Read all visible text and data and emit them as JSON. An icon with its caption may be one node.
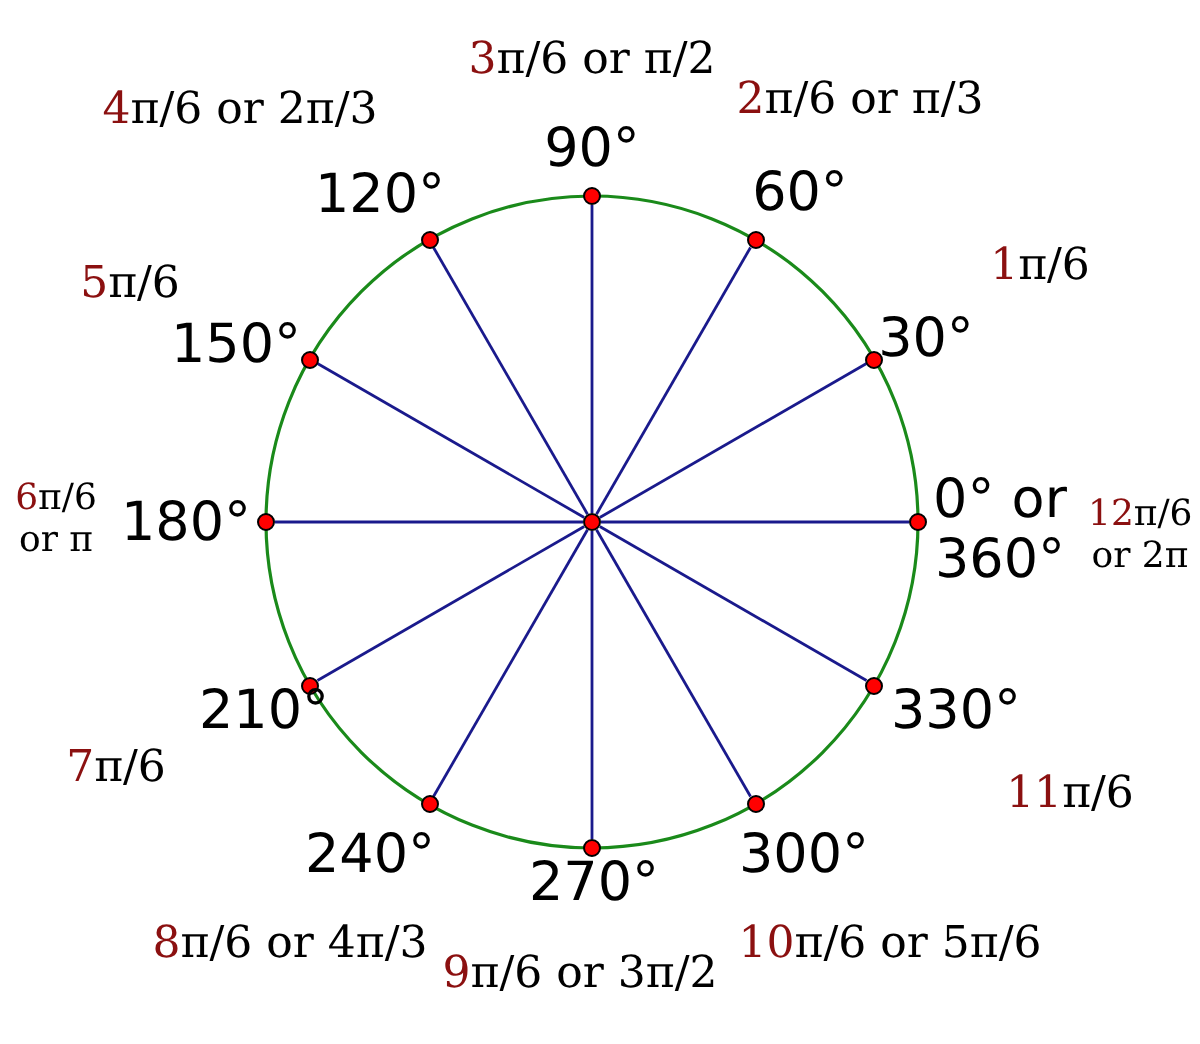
{
  "diagram": {
    "nodes": [
      {
        "text": [],
        "shape": "circle"
      },
      {
        "text": [],
        "shape": "circle",
        "beside": [
          "0° or 360°"
        ]
      },
      {
        "text": [],
        "shape": "circle",
        "beside": [
          "30°"
        ]
      },
      {
        "text": [],
        "shape": "circle",
        "beside": [
          "60°"
        ]
      },
      {
        "text": [],
        "shape": "circle",
        "beside": [
          "90°"
        ]
      },
      {
        "text": [],
        "shape": "circle",
        "beside": [
          "120°"
        ]
      },
      {
        "text": [],
        "shape": "circle",
        "beside": [
          "150°"
        ]
      },
      {
        "text": [],
        "shape": "circle",
        "beside": [
          "180°"
        ]
      },
      {
        "text": [],
        "shape": "circle",
        "beside": [
          "210°"
        ]
      },
      {
        "text": [],
        "shape": "circle",
        "beside": [
          "240°"
        ]
      },
      {
        "text": [],
        "shape": "circle",
        "beside": [
          "270°"
        ]
      },
      {
        "text": [],
        "shape": "circle",
        "beside": [
          "300°"
        ]
      },
      {
        "text": [],
        "shape": "circle",
        "beside": [
          "330°"
        ]
      }
    ],
    "edges": [
      {
        "from": 0,
        "to": 1,
        "arrow": "none"
      },
      {
        "from": 0,
        "to": 2,
        "arrow": "none"
      },
      {
        "from": 0,
        "to": 3,
        "arrow": "none"
      },
      {
        "from": 0,
        "to": 4,
        "arrow": "none"
      },
      {
        "from": 0,
        "to": 5,
        "arrow": "none"
      },
      {
        "from": 0,
        "to": 6,
        "arrow": "none"
      },
      {
        "from": 0,
        "to": 7,
        "arrow": "none"
      },
      {
        "from": 0,
        "to": 8,
        "arrow": "none"
      },
      {
        "from": 0,
        "to": 9,
        "arrow": "none"
      },
      {
        "from": 0,
        "to": 10,
        "arrow": "none"
      },
      {
        "from": 0,
        "to": 11,
        "arrow": "none"
      },
      {
        "from": 0,
        "to": 12,
        "arrow": "none"
      }
    ],
    "labels": [
      "3π/6 or π/2",
      "4π/6 or 2π/3",
      "2π/6 or π/3",
      "5π/6",
      "1π/6",
      "6π/6 or π",
      "12π/6 or 2π",
      "7π/6",
      "11π/6",
      "8π/6 or 4π/3",
      "10π/6 or 5π/6",
      "9π/6 or 3π/2"
    ]
  }
}
